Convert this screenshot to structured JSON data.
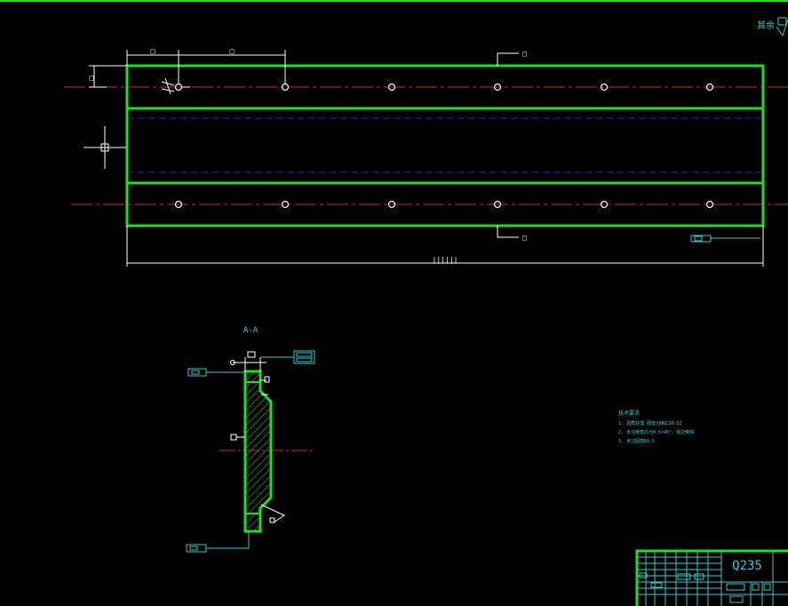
{
  "section_label": "A-A",
  "overall_dim": "||||||",
  "top_dims": [
    "□",
    "□"
  ],
  "left_dim": "□",
  "leader_top": "□",
  "leader_bottom": "□",
  "roughness_top_right": "其余",
  "notes": {
    "title": "技术要求",
    "lines": [
      "1. 调质处理    硬度为HRC28~32",
      "2. 未注倒角均为0.5×45°，锐边倒钝",
      "3. 未注圆角R0.5"
    ]
  },
  "title_block": {
    "material": "Q235"
  },
  "colors": {
    "outline": "#22dd22",
    "center": "#dd2222",
    "hidden": "#2222dd",
    "dim": "#33cccc",
    "hatch": "#22dd22"
  }
}
